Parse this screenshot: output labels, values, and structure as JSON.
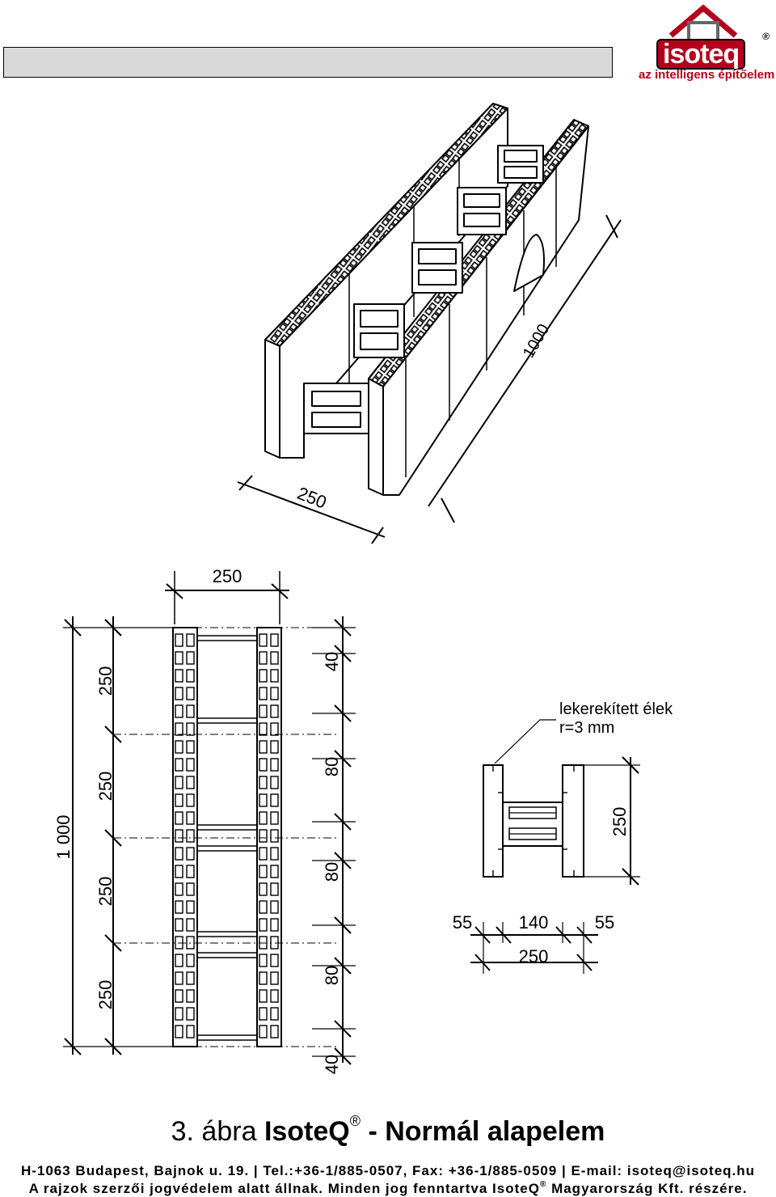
{
  "header": {
    "logo_text": "isoteq",
    "logo_reg": "®",
    "tagline": "az intelligens építőelem"
  },
  "iso_view": {
    "dim_length": "1000",
    "dim_width": "250"
  },
  "plan_view": {
    "dim_top": "250",
    "dim_total": "1 000",
    "left_segments": [
      "250",
      "250",
      "250",
      "250"
    ],
    "right_segments": [
      "40",
      "80",
      "80",
      "80",
      "40"
    ]
  },
  "section_view": {
    "note_line1": "lekerekített élek",
    "note_line2": "r=3 mm",
    "dim_height": "250",
    "dim_left": "55",
    "dim_mid": "140",
    "dim_right": "55",
    "dim_total": "250"
  },
  "caption": {
    "prefix": "3. ábra ",
    "brand": "IsoteQ",
    "reg": "®",
    "suffix": " - Normál alapelem"
  },
  "footer": {
    "line1": "H-1063 Budapest, Bajnok u. 19. | Tel.:+36-1/885-0507, Fax: +36-1/885-0509 | E-mail: isoteq@isoteq.hu",
    "line2_pre": "A rajzok szerzői jogvédelem alatt állnak. Minden jog fenntartva IsoteQ",
    "line2_reg": "®",
    "line2_post": " Magyarország Kft. részére."
  }
}
